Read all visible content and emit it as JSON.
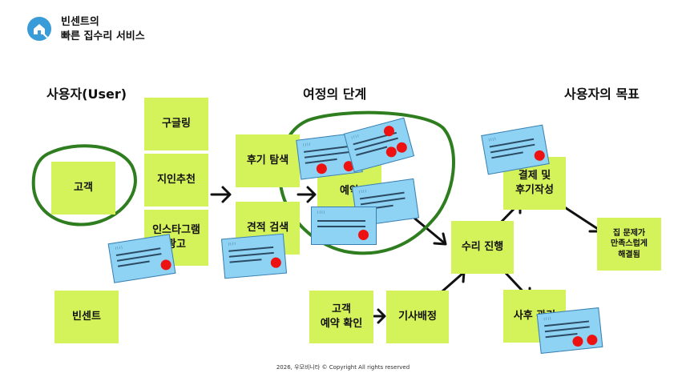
{
  "brand": {
    "title_line1": "빈센트의",
    "title_line2": "빠른 집수리 서비스",
    "icon": "house-wrench-icon",
    "icon_color": "#3a9bd9"
  },
  "headers": {
    "left": "사용자(User)",
    "center": "여정의 단계",
    "right": "사용자의 목표"
  },
  "notes": {
    "google": "구글링",
    "customer": "고객",
    "referral": "지인추천",
    "instagram_line1": "인스타그램",
    "instagram_line2": "광고",
    "vincent": "빈센트",
    "review_search": "후기 탐색",
    "quote_search": "견적 검색",
    "booking": "예약",
    "customer_confirm_line1": "고객",
    "customer_confirm_line2": "예약 확인",
    "tech_assign": "기사배정",
    "repair": "수리 진행",
    "payment_line1": "결제 및",
    "payment_line2": "후기작성",
    "aftercare": "사후 관리",
    "goal_line1": "집 문제가",
    "goal_line2": "만족스럽게",
    "goal_line3": "해결됨"
  },
  "card_tag": "⁞⁞⁞⁞",
  "colors": {
    "sticky": "#d4f25a",
    "card": "#8fd3f4",
    "card_border": "#3b7fb0",
    "dot": "#ee1111",
    "highlight_circle": "#2e7d1e",
    "arrow": "#111111"
  },
  "footer": "2026, 우모비니타 © Copyright All rights reserved"
}
